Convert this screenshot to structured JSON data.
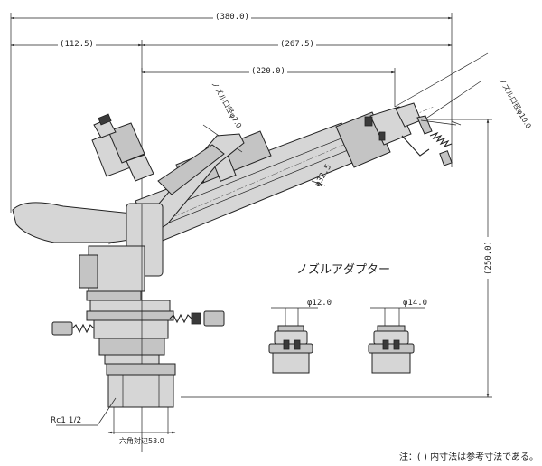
{
  "dimensions": {
    "overall_width": "(380.0)",
    "left_width": "(112.5)",
    "right_width": "(267.5)",
    "nozzle_reach": "(220.0)",
    "height": "(250.0)",
    "tube_diameter": "φ32.5",
    "main_nozzle": "ノズル口径φ10.0",
    "sub_nozzle": "ノズル口径φ7.0",
    "hex_across": "六角対辺53.0",
    "thread": "Rc1 1/2"
  },
  "adapter": {
    "title": "ノズルアダプター",
    "size_a": "φ12.0",
    "size_b": "φ14.0"
  },
  "note": "注：( ) 内寸法は参考寸法である。"
}
